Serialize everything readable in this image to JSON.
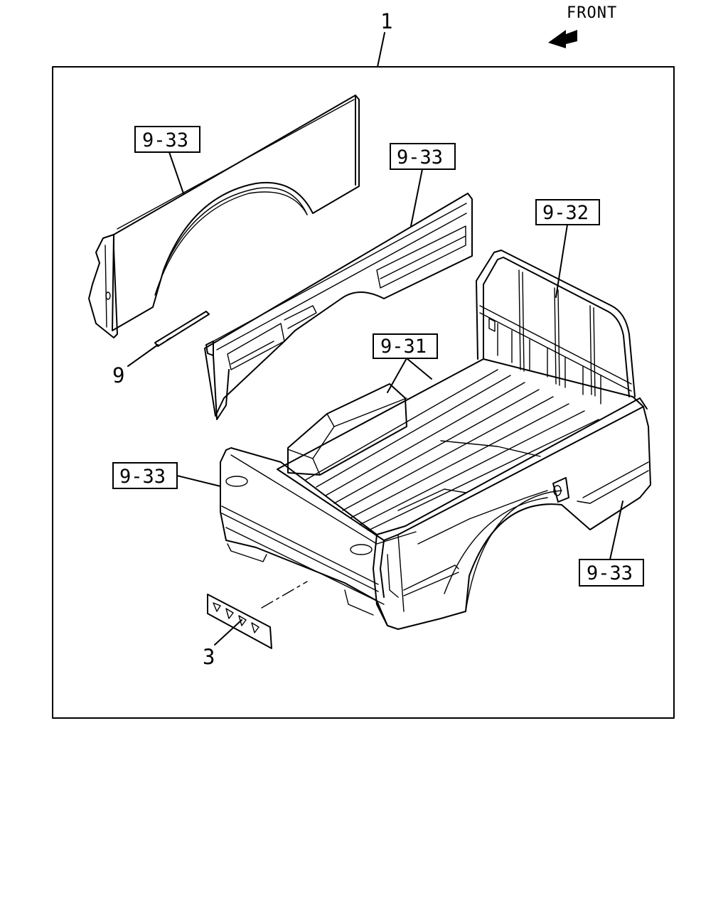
{
  "header": {
    "front_label": "FRONT",
    "front_arrow_icon": "front-arrow-icon"
  },
  "callouts": {
    "assembly_number": "1",
    "left_fender_label": "9-33",
    "inner_side_label": "9-33",
    "header_panel_label": "9-32",
    "floor_label": "9-31",
    "near_side_label": "9-33",
    "right_fender_label": "9-33",
    "bracket_number": "9",
    "plate_number": "3"
  },
  "colors": {
    "ink": "#000000",
    "paper": "#ffffff"
  }
}
